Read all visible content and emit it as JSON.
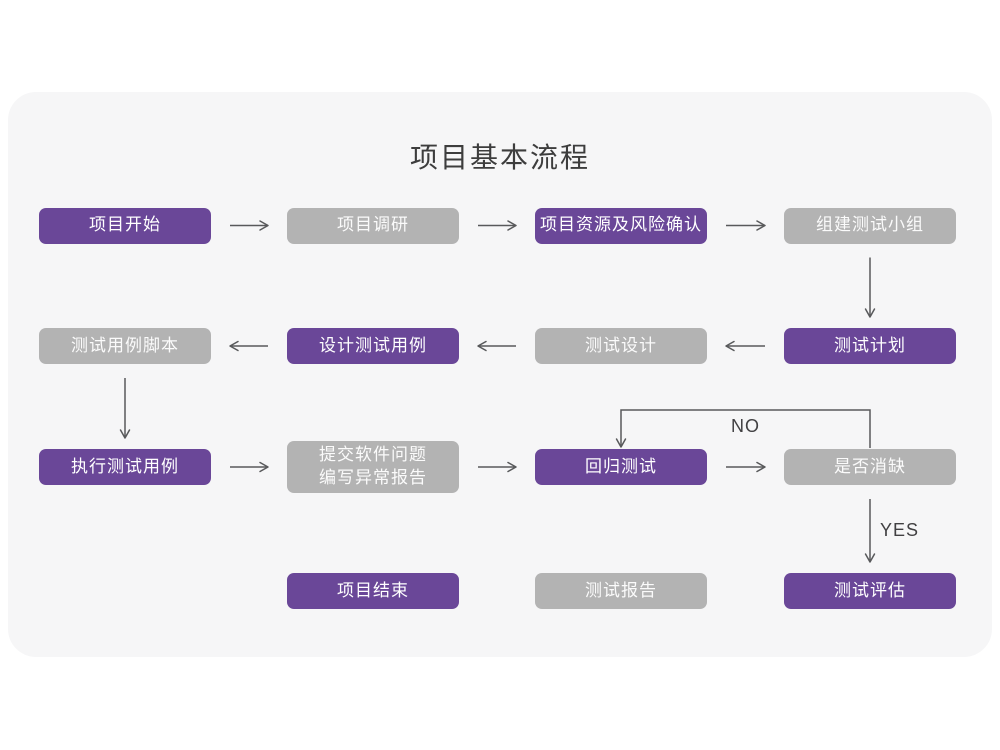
{
  "title": "项目基本流程",
  "colors": {
    "purple": "#6a4798",
    "gray": "#b3b3b3",
    "card_bg": "#f6f6f7",
    "page_bg": "#ffffff",
    "arrow": "#58595b",
    "title_text": "#3d3d3d",
    "node_text": "#ffffff",
    "edge_label_text": "#414042"
  },
  "nodes": [
    {
      "id": "project-start",
      "lines": [
        "项目开始"
      ],
      "variant": "purple",
      "row": 0,
      "col": 0
    },
    {
      "id": "project-research",
      "lines": [
        "项目调研"
      ],
      "variant": "gray",
      "row": 0,
      "col": 1
    },
    {
      "id": "resource-risk-confirm",
      "lines": [
        "项目资源及风险确认"
      ],
      "variant": "purple",
      "row": 0,
      "col": 2
    },
    {
      "id": "build-test-team",
      "lines": [
        "组建测试小组"
      ],
      "variant": "gray",
      "row": 0,
      "col": 3
    },
    {
      "id": "test-case-script",
      "lines": [
        "测试用例脚本"
      ],
      "variant": "gray",
      "row": 1,
      "col": 0
    },
    {
      "id": "design-test-cases",
      "lines": [
        "设计测试用例"
      ],
      "variant": "purple",
      "row": 1,
      "col": 1
    },
    {
      "id": "test-design",
      "lines": [
        "测试设计"
      ],
      "variant": "gray",
      "row": 1,
      "col": 2
    },
    {
      "id": "test-plan",
      "lines": [
        "测试计划"
      ],
      "variant": "purple",
      "row": 1,
      "col": 3
    },
    {
      "id": "execute-test-cases",
      "lines": [
        "执行测试用例"
      ],
      "variant": "purple",
      "row": 2,
      "col": 0
    },
    {
      "id": "submit-issue-report",
      "lines": [
        "提交软件问题",
        "编写异常报告"
      ],
      "variant": "gray",
      "row": 2,
      "col": 1
    },
    {
      "id": "regression-test",
      "lines": [
        "回归测试"
      ],
      "variant": "purple",
      "row": 2,
      "col": 2
    },
    {
      "id": "defect-cleared",
      "lines": [
        "是否消缺"
      ],
      "variant": "gray",
      "row": 2,
      "col": 3
    },
    {
      "id": "project-end",
      "lines": [
        "项目结束"
      ],
      "variant": "purple",
      "row": 3,
      "col": 1
    },
    {
      "id": "test-report",
      "lines": [
        "测试报告"
      ],
      "variant": "gray",
      "row": 3,
      "col": 2
    },
    {
      "id": "test-evaluate",
      "lines": [
        "测试评估"
      ],
      "variant": "purple",
      "row": 3,
      "col": 3
    }
  ],
  "edges": [
    {
      "from": "project-start",
      "to": "project-research"
    },
    {
      "from": "project-research",
      "to": "resource-risk-confirm"
    },
    {
      "from": "resource-risk-confirm",
      "to": "build-test-team"
    },
    {
      "from": "build-test-team",
      "to": "test-plan"
    },
    {
      "from": "test-plan",
      "to": "test-design"
    },
    {
      "from": "test-design",
      "to": "design-test-cases"
    },
    {
      "from": "design-test-cases",
      "to": "test-case-script"
    },
    {
      "from": "test-case-script",
      "to": "execute-test-cases"
    },
    {
      "from": "execute-test-cases",
      "to": "submit-issue-report"
    },
    {
      "from": "submit-issue-report",
      "to": "regression-test"
    },
    {
      "from": "regression-test",
      "to": "defect-cleared"
    },
    {
      "from": "defect-cleared",
      "to": "regression-test",
      "label": "NO",
      "route": "top-loop"
    },
    {
      "from": "defect-cleared",
      "to": "test-evaluate",
      "label": "YES"
    }
  ]
}
